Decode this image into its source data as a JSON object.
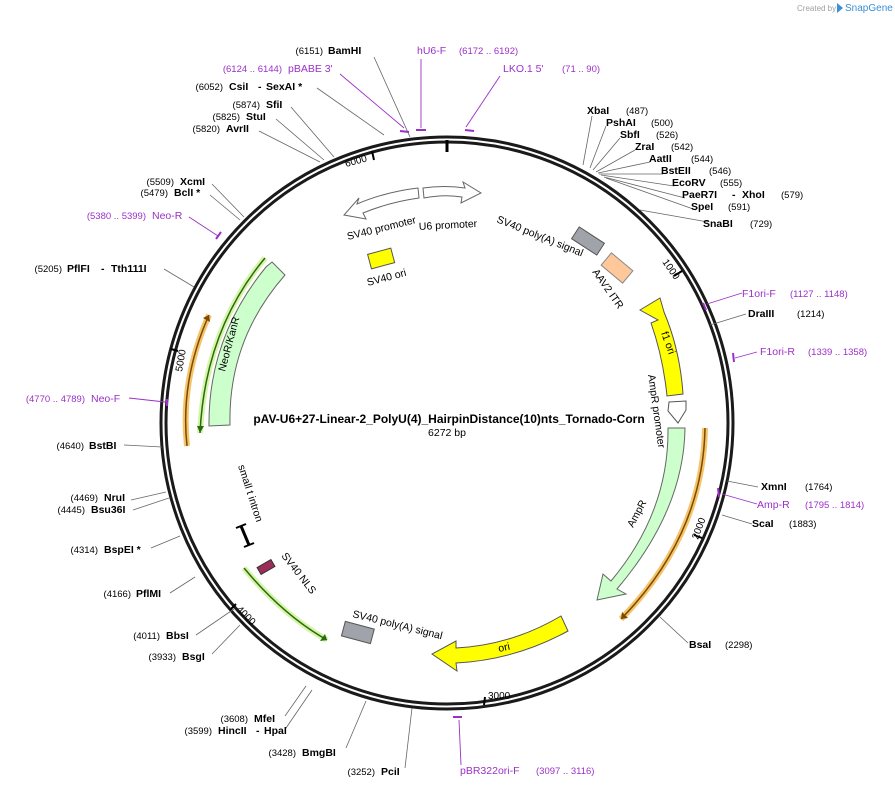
{
  "header": {
    "credit": "Created by",
    "brand": "SnapGene"
  },
  "plasmid": {
    "name": "pAV-U6+27-Linear-2_PolyU(4)_HairpinDistance(10)nts_Tornado-Corn",
    "size_label": "6272 bp"
  },
  "ticks": [
    "1000",
    "2000",
    "3000",
    "4000",
    "5000",
    "6000"
  ],
  "enzymes": [
    {
      "name": "BamHI",
      "pos": "(6151)"
    },
    {
      "name": "CsiI",
      "name2": "SexAI *",
      "pos": "(6052)"
    },
    {
      "name": "SfiI",
      "pos": "(5874)"
    },
    {
      "name": "StuI",
      "pos": "(5825)"
    },
    {
      "name": "AvrII",
      "pos": "(5820)"
    },
    {
      "name": "XcmI",
      "pos": "(5509)"
    },
    {
      "name": "BclI *",
      "pos": "(5479)"
    },
    {
      "name": "PflFI",
      "name2": "Tth111I",
      "pos": "(5205)"
    },
    {
      "name": "BstBI",
      "pos": "(4640)"
    },
    {
      "name": "NruI",
      "pos": "(4469)"
    },
    {
      "name": "Bsu36I",
      "pos": "(4445)"
    },
    {
      "name": "BspEI *",
      "pos": "(4314)"
    },
    {
      "name": "PflMI",
      "pos": "(4166)"
    },
    {
      "name": "BbsI",
      "pos": "(4011)"
    },
    {
      "name": "BsgI",
      "pos": "(3933)"
    },
    {
      "name": "MfeI",
      "pos": "(3608)"
    },
    {
      "name": "HincII",
      "name2": "HpaI",
      "pos": "(3599)"
    },
    {
      "name": "BmgBI",
      "pos": "(3428)"
    },
    {
      "name": "PciI",
      "pos": "(3252)"
    },
    {
      "name": "XbaI",
      "pos": "(487)"
    },
    {
      "name": "PshAI",
      "pos": "(500)"
    },
    {
      "name": "SbfI",
      "pos": "(526)"
    },
    {
      "name": "ZraI",
      "pos": "(542)"
    },
    {
      "name": "AatII",
      "pos": "(544)"
    },
    {
      "name": "BstEII",
      "pos": "(546)"
    },
    {
      "name": "EcoRV",
      "pos": "(555)"
    },
    {
      "name": "PaeR7I",
      "name2": "XhoI",
      "pos": "(579)"
    },
    {
      "name": "SpeI",
      "pos": "(591)"
    },
    {
      "name": "SnaBI",
      "pos": "(729)"
    },
    {
      "name": "DraIII",
      "pos": "(1214)"
    },
    {
      "name": "XmnI",
      "pos": "(1764)"
    },
    {
      "name": "ScaI",
      "pos": "(1883)"
    },
    {
      "name": "BsaI",
      "pos": "(2298)"
    }
  ],
  "primers": [
    {
      "name": "hU6-F",
      "range": "(6172 .. 6192)"
    },
    {
      "name": "pBABE 3'",
      "range": "(6124 .. 6144)"
    },
    {
      "name": "LKO.1 5'",
      "range": "(71 .. 90)"
    },
    {
      "name": "Neo-R",
      "range": "(5380 .. 5399)"
    },
    {
      "name": "Neo-F",
      "range": "(4770 .. 4789)"
    },
    {
      "name": "F1ori-F",
      "range": "(1127 .. 1148)"
    },
    {
      "name": "F1ori-R",
      "range": "(1339 .. 1358)"
    },
    {
      "name": "Amp-R",
      "range": "(1795 .. 1814)"
    },
    {
      "name": "pBR322ori-F",
      "range": "(3097 .. 3116)"
    }
  ],
  "features": [
    {
      "label": "SV40 promoter"
    },
    {
      "label": "U6 promoter"
    },
    {
      "label": "SV40 ori"
    },
    {
      "label": "SV40 poly(A) signal"
    },
    {
      "label": "AAV2 ITR"
    },
    {
      "label": "f1 ori"
    },
    {
      "label": "AmpR promoter"
    },
    {
      "label": "AmpR"
    },
    {
      "label": "ori"
    },
    {
      "label": "SV40 poly(A) signal"
    },
    {
      "label": "SV40 NLS"
    },
    {
      "label": "small t intron"
    },
    {
      "label": "NeoR/KanR"
    }
  ],
  "colors": {
    "primer": "#9b30c8",
    "ori": "#ffff00",
    "promoter": "#ffffff",
    "cds": "#ccffcc",
    "polya": "#a0a4aa",
    "itr": "#ffc89a",
    "orf_outline": "#f5c46a",
    "backbone": "#1a1a1a"
  }
}
